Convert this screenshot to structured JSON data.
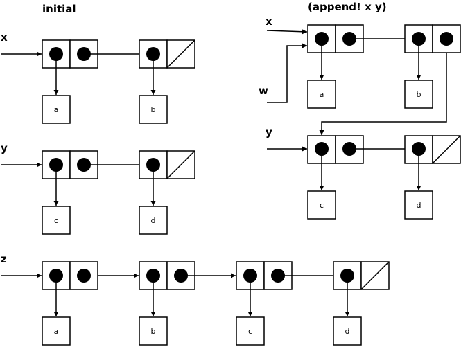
{
  "titles": {
    "initial": "initial",
    "append": "(append! x y)"
  },
  "variables": {
    "x_initial": "x",
    "y_initial": "y",
    "z": "z",
    "x_after": "x",
    "w": "w",
    "y_after": "y"
  },
  "items": {
    "a": "a",
    "b": "b",
    "c": "c",
    "d": "d"
  }
}
